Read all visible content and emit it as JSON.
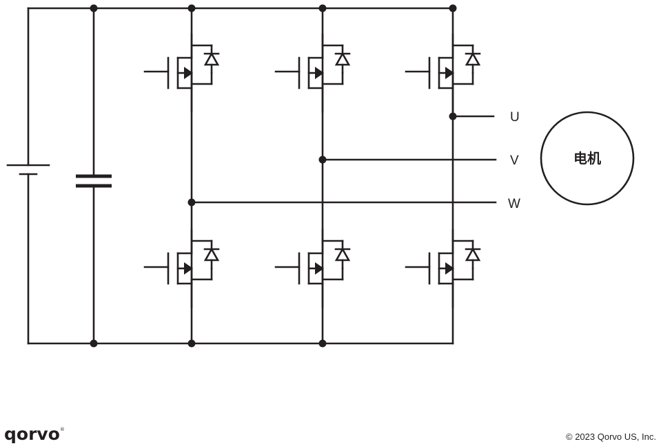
{
  "diagram": {
    "phases": [
      {
        "label": "U"
      },
      {
        "label": "V"
      },
      {
        "label": "W"
      }
    ],
    "motor": {
      "label": "电机"
    },
    "components": {
      "dc_source": "battery-symbol",
      "dc_link_capacitor": "capacitor-symbol",
      "switches": "mosfet-with-antiparallel-diode",
      "switch_count": 6
    }
  },
  "footer": {
    "logo_text": "qorvo",
    "logo_mark": "®",
    "copyright": "© 2023 Qorvo US, Inc."
  }
}
